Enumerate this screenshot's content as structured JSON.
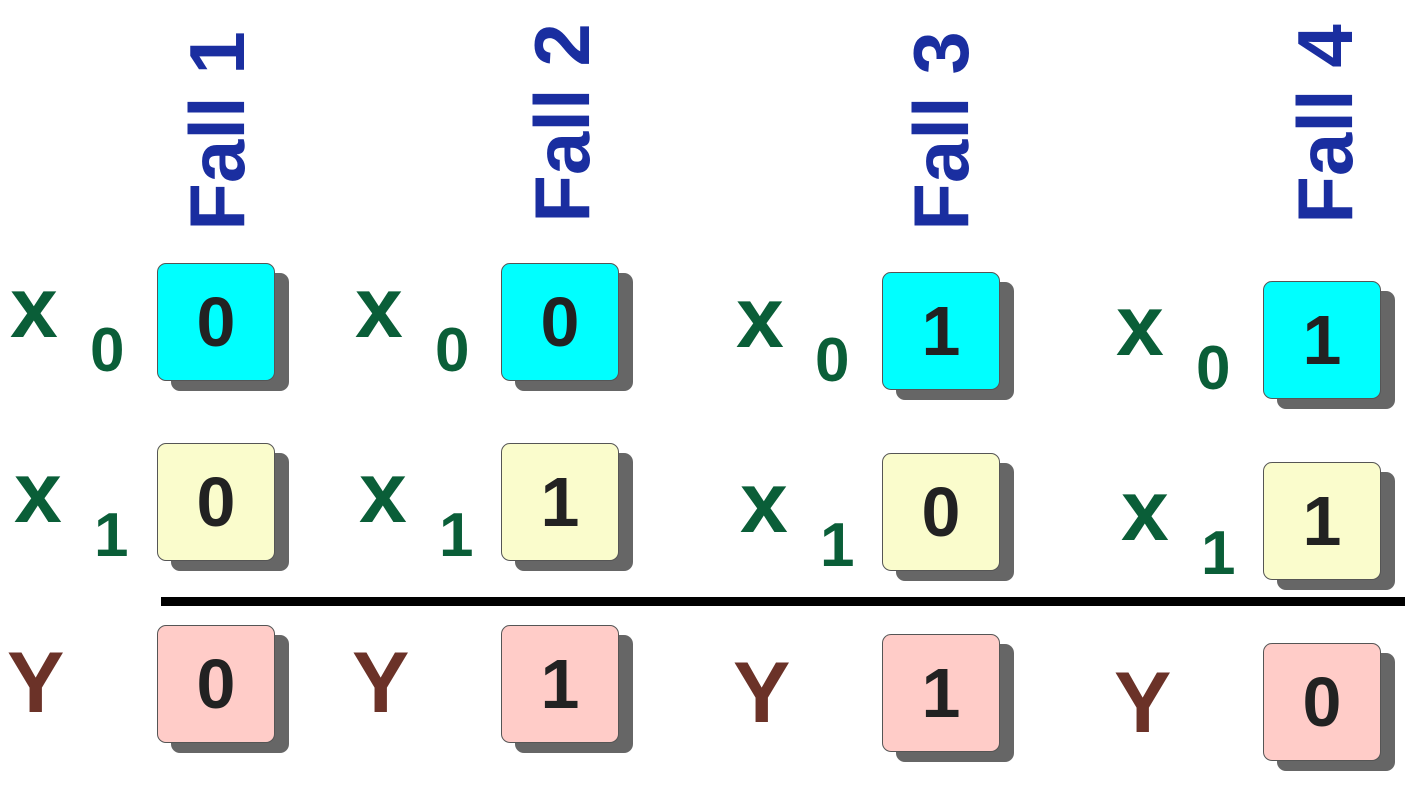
{
  "labels": {
    "x": "x",
    "y": "Y",
    "x0_sub": "0",
    "x1_sub": "1"
  },
  "cases": [
    {
      "title": "Fall 1",
      "x0": "0",
      "x1": "0",
      "y": "0"
    },
    {
      "title": "Fall 2",
      "x0": "0",
      "x1": "1",
      "y": "1"
    },
    {
      "title": "Fall 3",
      "x0": "1",
      "x1": "0",
      "y": "1"
    },
    {
      "title": "Fall 4",
      "x0": "1",
      "x1": "1",
      "y": "0"
    }
  ],
  "colors": {
    "title": "#1a2ea0",
    "x_label": "#0a5e38",
    "y_label": "#6b3228",
    "x0_cell": "#00ffff",
    "x1_cell": "#fafccc",
    "y_cell": "#ffccc8",
    "shadow": "#666666"
  }
}
